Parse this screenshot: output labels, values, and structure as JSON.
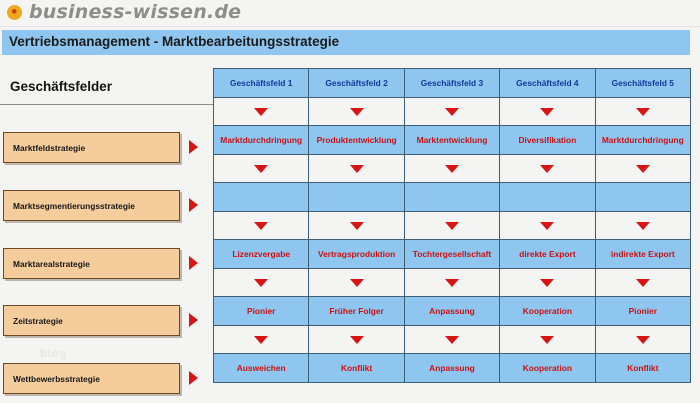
{
  "brand": {
    "logo_text": "business-wissen.de",
    "logo_icon": "orange-dot-logo-icon",
    "logo_color": "#f0a81b"
  },
  "title_bar": {
    "title": "Vertriebsmanagement - Marktbearbeitungsstrategie",
    "background": "#8ec6f0"
  },
  "section": {
    "heading": "Geschäftsfelder"
  },
  "watermark": {
    "text": "blog"
  },
  "colors": {
    "cell_blue": "#8ec6f0",
    "label_orange": "#f5cc9b",
    "arrow_red": "#d81515",
    "header_text_blue": "#12399c",
    "data_text_red": "#cc1111",
    "page_background": "#f4f4f3"
  },
  "matrix": {
    "columns": [
      "Geschäftsfeld 1",
      "Geschäftsfeld 2",
      "Geschäftsfeld 3",
      "Geschäftsfeld 4",
      "Geschäftsfeld 5"
    ],
    "rows": [
      {
        "label": "Marktfeldstrategie",
        "values": [
          "Marktdurchdringung",
          "Produktentwicklung",
          "Marktentwicklung",
          "Diversifikation",
          "Marktdurchdringung"
        ]
      },
      {
        "label": "Marktsegmentierungsstrategie",
        "values": [
          "",
          "",
          "",
          "",
          ""
        ]
      },
      {
        "label": "Marktarealstrategie",
        "values": [
          "Lizenzvergabe",
          "Vertragsproduktion",
          "Tochtergesellschaft",
          "direkte Export",
          "indirekte Export"
        ]
      },
      {
        "label": "Zeitstrategie",
        "values": [
          "Pionier",
          "Früher Folger",
          "Anpassung",
          "Kooperation",
          "Pionier"
        ]
      },
      {
        "label": "Wettbewerbsstrategie",
        "values": [
          "Ausweichen",
          "Konflikt",
          "Anpassung",
          "Kooperation",
          "Konflikt"
        ]
      }
    ]
  }
}
